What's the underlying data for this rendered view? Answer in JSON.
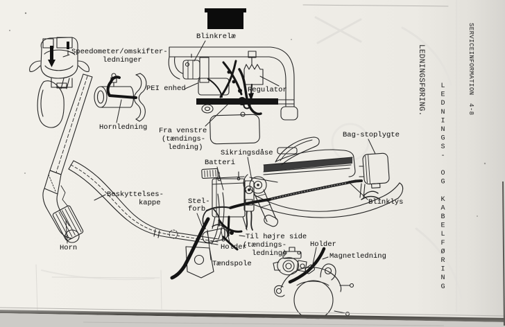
{
  "margin": {
    "serviceinfo": "SERVICEINFORMATION  4-8",
    "section": "LEDNINGSFØRING.",
    "chapter_vertical": "LEDNINGS- OG KABELFØRING"
  },
  "labels": {
    "blinkrelae": "Blinkrelæ",
    "speedometer_line1": "Speedometer/omskifter-",
    "speedometer_line2": "ledninger",
    "pei": "PEI enhed",
    "regulator": "Regulator",
    "hornledning": "Hornledning",
    "fra_venstre_line1": "Fra venstre",
    "fra_venstre_line2": "(tændings-",
    "fra_venstre_line3": "ledning)",
    "bag_stoplygte": "Bag-stoplygte",
    "sikringsdaase": "Sikringsdåse",
    "batteri": "Batteri",
    "beskyttelseskappe_line1": "Beskyttelses-",
    "beskyttelseskappe_line2": "kappe",
    "stelforb_line1": "Stel-",
    "stelforb_line2": "forb.",
    "blinklys": "Blinklys",
    "horn": "Horn",
    "holder_left": "Holder",
    "til_hoejre_line1": "Til højre side",
    "til_hoejre_line2": "(tændings-",
    "til_hoejre_line3": "ledning)",
    "taendspole": "Tændspole",
    "holder_right": "Holder",
    "magnetledning": "Magnetledning"
  },
  "colors": {
    "paper": "#efede8",
    "ink": "#242424",
    "harness_black": "#141414",
    "page_edge_dark": "#45433f"
  }
}
